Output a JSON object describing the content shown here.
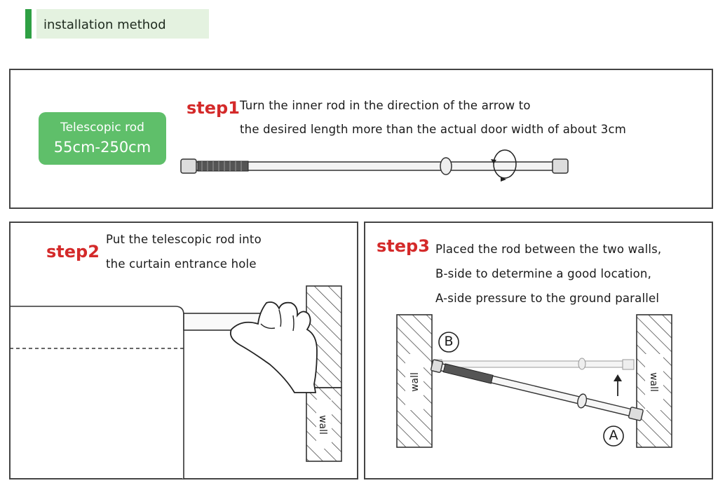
{
  "header": {
    "title": "installation method"
  },
  "step1": {
    "label": "step1",
    "line1": "Turn the inner rod in the direction of the arrow to",
    "line2": "the desired length more than the actual door width of about 3cm",
    "badge_line1": "Telescopic rod",
    "badge_line2": "55cm-250cm"
  },
  "step2": {
    "label": "step2",
    "line1": "Put the telescopic rod into",
    "line2": "the curtain entrance hole",
    "wall": "wall"
  },
  "step3": {
    "label": "step3",
    "line1": "Placed  the rod between the two walls,",
    "line2": "B-side to determine a good location,",
    "line3": "A-side pressure to the ground parallel",
    "marker_b": "B",
    "marker_a": "A",
    "wall_left": "wall",
    "wall_right": "wall"
  },
  "colors": {
    "accent_green": "#2ea043",
    "badge_green": "#5fbf6a",
    "step_red": "#d42a2a"
  }
}
